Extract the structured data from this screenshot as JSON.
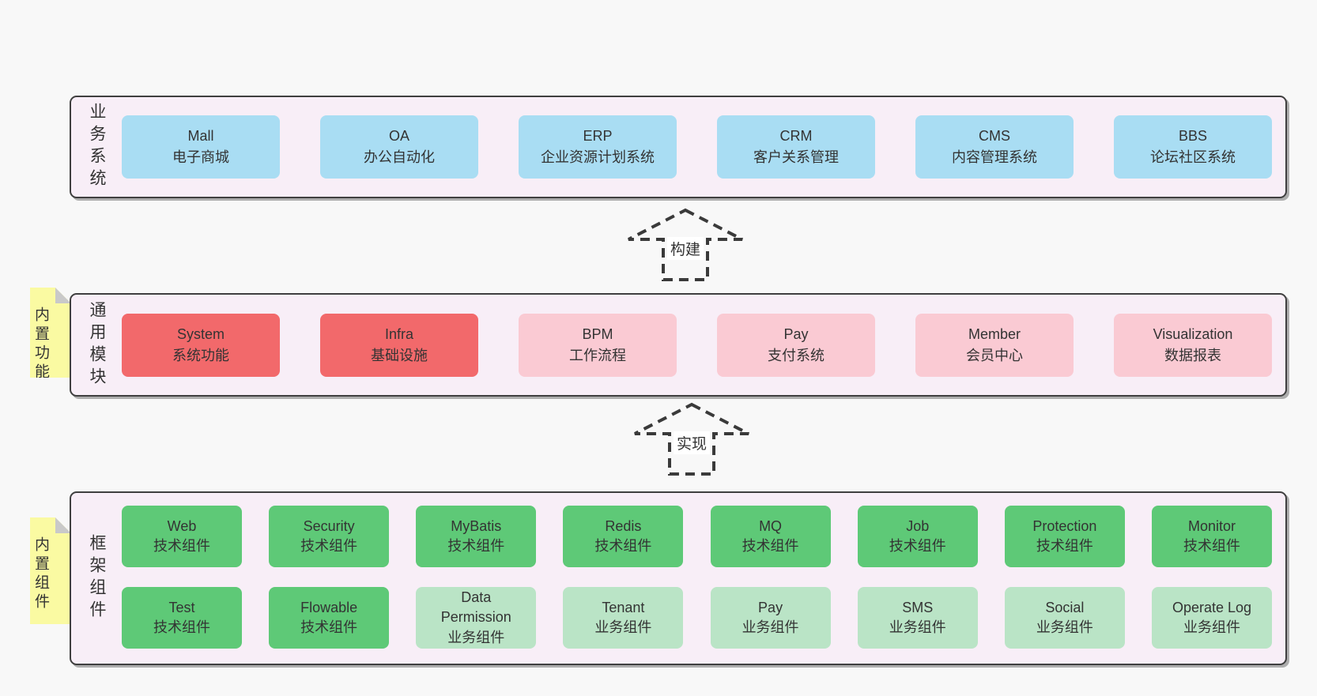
{
  "colors": {
    "page_bg": "#f8f8f8",
    "panel_bg": "#f8eef7",
    "panel_border": "#3f3f3f",
    "blue": "#a9ddf3",
    "red": "#f2696b",
    "pink": "#facad3",
    "green_dark": "#5ec977",
    "green_light": "#bae4c6",
    "sticky_yellow": "#fafaa2",
    "text": "#333333"
  },
  "arrows": [
    {
      "label": "构建"
    },
    {
      "label": "实现"
    }
  ],
  "bands": [
    {
      "label_vertical": "业务系统",
      "boxes": [
        {
          "en": "Mall",
          "zh": "电子商城",
          "variant": "blue"
        },
        {
          "en": "OA",
          "zh": "办公自动化",
          "variant": "blue"
        },
        {
          "en": "ERP",
          "zh": "企业资源计划系统",
          "variant": "blue"
        },
        {
          "en": "CRM",
          "zh": "客户关系管理",
          "variant": "blue"
        },
        {
          "en": "CMS",
          "zh": "内容管理系统",
          "variant": "blue"
        },
        {
          "en": "BBS",
          "zh": "论坛社区系统",
          "variant": "blue"
        }
      ]
    },
    {
      "label_vertical": "通用模块",
      "sticky": "内置功能",
      "boxes": [
        {
          "en": "System",
          "zh": "系统功能",
          "variant": "red"
        },
        {
          "en": "Infra",
          "zh": "基础设施",
          "variant": "red"
        },
        {
          "en": "BPM",
          "zh": "工作流程",
          "variant": "pink"
        },
        {
          "en": "Pay",
          "zh": "支付系统",
          "variant": "pink"
        },
        {
          "en": "Member",
          "zh": "会员中心",
          "variant": "pink"
        },
        {
          "en": "Visualization",
          "zh": "数据报表",
          "variant": "pink"
        }
      ]
    },
    {
      "label_vertical": "框架组件",
      "sticky": "内置组件",
      "rows": [
        [
          {
            "en": "Web",
            "zh": "技术组件",
            "variant": "green_dark"
          },
          {
            "en": "Security",
            "zh": "技术组件",
            "variant": "green_dark"
          },
          {
            "en": "MyBatis",
            "zh": "技术组件",
            "variant": "green_dark"
          },
          {
            "en": "Redis",
            "zh": "技术组件",
            "variant": "green_dark"
          },
          {
            "en": "MQ",
            "zh": "技术组件",
            "variant": "green_dark"
          },
          {
            "en": "Job",
            "zh": "技术组件",
            "variant": "green_dark"
          },
          {
            "en": "Protection",
            "zh": "技术组件",
            "variant": "green_dark"
          },
          {
            "en": "Monitor",
            "zh": "技术组件",
            "variant": "green_dark"
          }
        ],
        [
          {
            "en": "Test",
            "zh": "技术组件",
            "variant": "green_dark"
          },
          {
            "en": "Flowable",
            "zh": "技术组件",
            "variant": "green_dark"
          },
          {
            "en": "Data Permission",
            "zh": "业务组件",
            "variant": "green_light"
          },
          {
            "en": "Tenant",
            "zh": "业务组件",
            "variant": "green_light"
          },
          {
            "en": "Pay",
            "zh": "业务组件",
            "variant": "green_light"
          },
          {
            "en": "SMS",
            "zh": "业务组件",
            "variant": "green_light"
          },
          {
            "en": "Social",
            "zh": "业务组件",
            "variant": "green_light"
          },
          {
            "en": "Operate Log",
            "zh": "业务组件",
            "variant": "green_light"
          }
        ]
      ]
    }
  ]
}
